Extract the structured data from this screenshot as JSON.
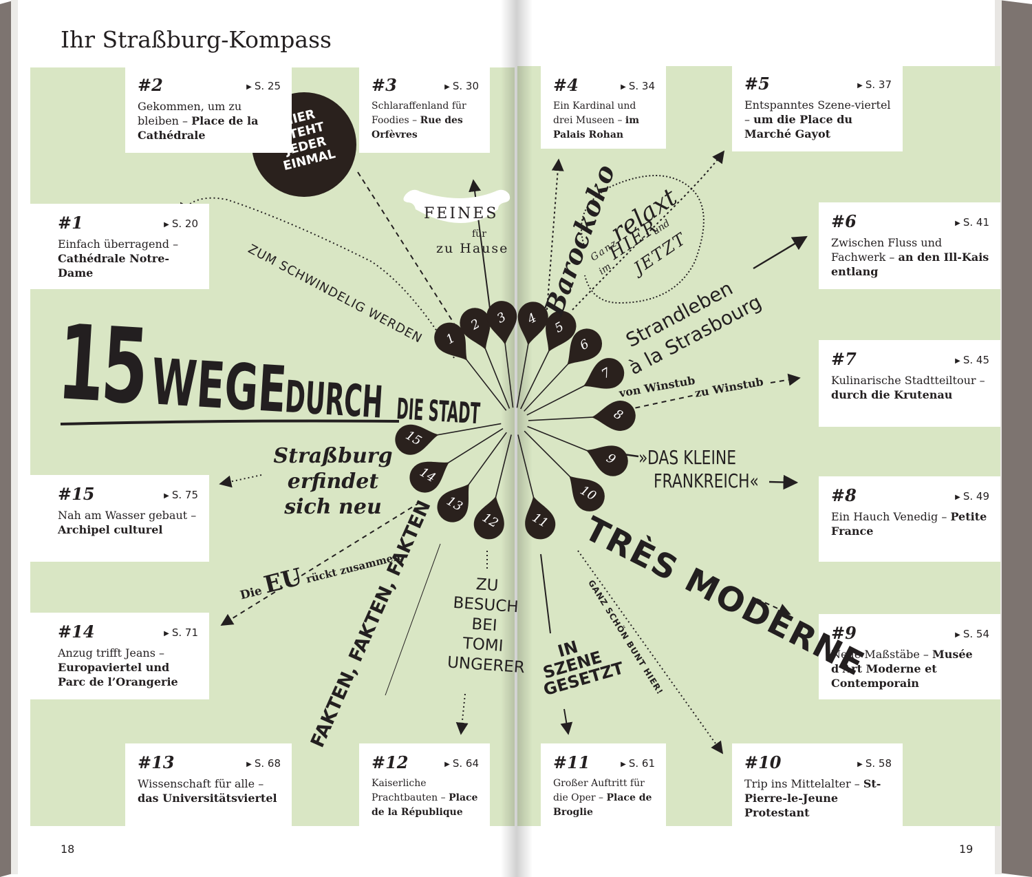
{
  "title": "Ihr Straßburg-Kompass",
  "headline": {
    "number": "15",
    "word1": "WEGE",
    "word2": "DURCH",
    "word3": "DIE STADT"
  },
  "badge": [
    "HIER",
    "STEHT",
    "JEDER",
    "EINMAL"
  ],
  "pages": {
    "left": "18",
    "right": "19"
  },
  "routes": [
    {
      "num": "#1",
      "page": "S. 20",
      "text": "Einfach überragend –",
      "bold": "Cathédrale Notre-Dame"
    },
    {
      "num": "#2",
      "page": "S. 25",
      "text": "Gekommen, um zu bleiben –",
      "bold": "Place de la Cathédrale"
    },
    {
      "num": "#3",
      "page": "S. 30",
      "text": "Schlaraffenland für Foodies –",
      "bold": "Rue des Orfèvres"
    },
    {
      "num": "#4",
      "page": "S. 34",
      "text": "Ein Kardinal und drei Museen –",
      "bold": "im Palais Rohan"
    },
    {
      "num": "#5",
      "page": "S. 37",
      "text": "Entspanntes Szene-viertel –",
      "bold": "um die Place du Marché Gayot"
    },
    {
      "num": "#6",
      "page": "S. 41",
      "text": "Zwischen Fluss und Fachwerk –",
      "bold": "an den Ill-Kais entlang"
    },
    {
      "num": "#7",
      "page": "S. 45",
      "text": "Kulinarische Stadtteiltour –",
      "bold": "durch die Krutenau"
    },
    {
      "num": "#8",
      "page": "S. 49",
      "text": "Ein Hauch Venedig –",
      "bold": "Petite France"
    },
    {
      "num": "#9",
      "page": "S. 54",
      "text": "Neue Maßstäbe –",
      "bold": "Musée d’Art Moderne et Contemporain"
    },
    {
      "num": "#10",
      "page": "S. 58",
      "text": "Trip ins Mittelalter –",
      "bold": "St-Pierre-le-Jeune Protestant"
    },
    {
      "num": "#11",
      "page": "S. 61",
      "text": "Großer Auftritt für die Oper –",
      "bold": "Place de Broglie"
    },
    {
      "num": "#12",
      "page": "S. 64",
      "text": "Kaiserliche Prachtbauten –",
      "bold": "Place de la République"
    },
    {
      "num": "#13",
      "page": "S. 68",
      "text": "Wissenschaft für alle –",
      "bold": "das Universitätsviertel"
    },
    {
      "num": "#14",
      "page": "S. 71",
      "text": "Anzug trifft Jeans –",
      "bold": "Europaviertel und Parc de l’Orangerie"
    },
    {
      "num": "#15",
      "page": "S. 75",
      "text": "Nah am Wasser gebaut –",
      "bold": "Archipel culturel"
    }
  ],
  "pins": [
    "1",
    "2",
    "3",
    "4",
    "5",
    "6",
    "7",
    "8",
    "9",
    "10",
    "11",
    "12",
    "13",
    "14",
    "15"
  ],
  "labels": {
    "schwindelig": "ZUM SCHWINDELIG WERDEN",
    "feines": "FEINES",
    "fuer": "für",
    "zuhause": "zu Hause",
    "barockoko": "Barockoko",
    "ganz": "Ganz",
    "relaxt": "relaxt",
    "im": "im",
    "hier": "HIER",
    "und": "und",
    "jetzt": "JETZT",
    "strand1": "Strandleben",
    "strand2": "à la Strasbourg",
    "winstub1": "von Winstub",
    "winstub2": "zu Winstub",
    "kleine1": "»DAS KLEINE",
    "kleine2": "FRANKREICH«",
    "tres": "TRÈS MODERNE",
    "bunt": "GANZ SCHÖN BUNT HIER!",
    "szene": [
      "IN",
      "SZENE",
      "GESETZT"
    ],
    "tomi": [
      "ZU",
      "BESUCH",
      "BEI",
      "TOMI",
      "UNGERER"
    ],
    "fakten": "FAKTEN, FAKTEN, FAKTEN",
    "eu_die": "Die",
    "eu_eu": "EU",
    "eu_rest": "rückt zusammen",
    "erfindet": [
      "Straßburg",
      "erfindet",
      "sich neu"
    ]
  },
  "colors": {
    "green": "#d9e6c4",
    "dark": "#2a211d",
    "cover": "#7d7470"
  }
}
